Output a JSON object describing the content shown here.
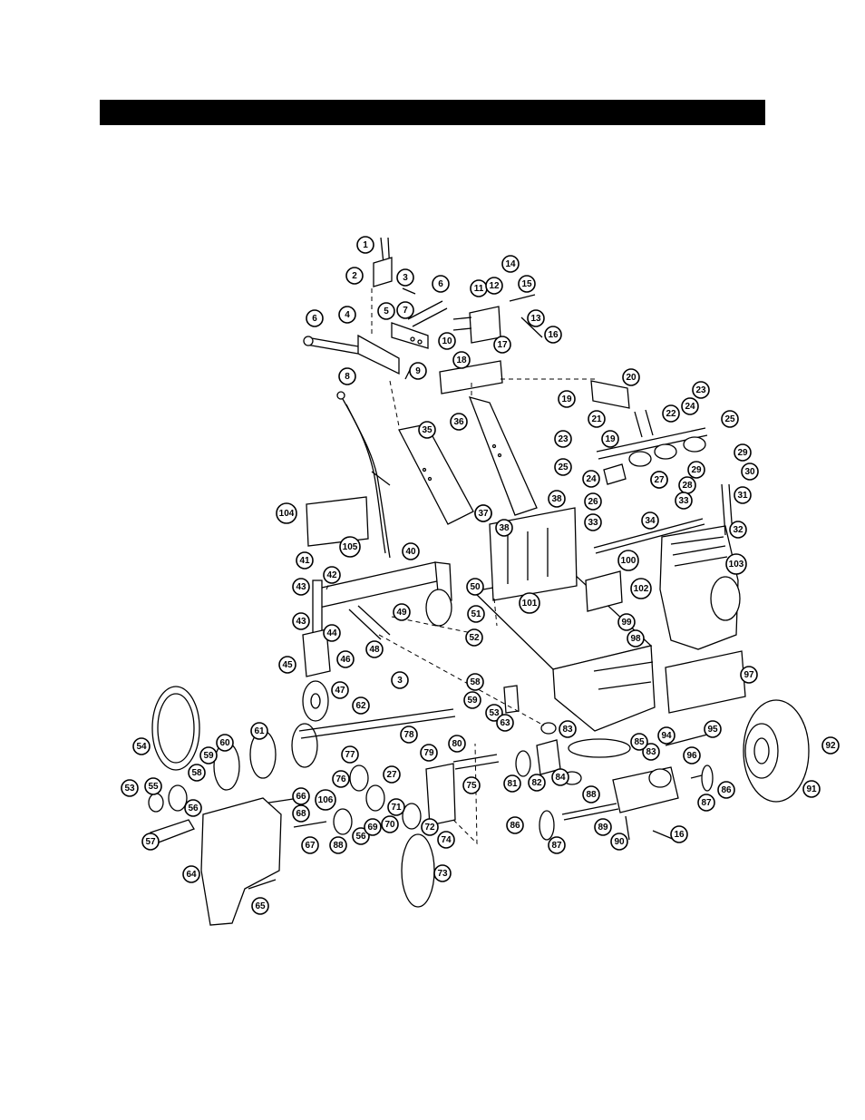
{
  "header": {
    "bar_color": "#000000"
  },
  "diagram": {
    "callouts": [
      {
        "id": "c1",
        "label": "1"
      },
      {
        "id": "c2",
        "label": "2"
      },
      {
        "id": "c3a",
        "label": "3"
      },
      {
        "id": "c4",
        "label": "4"
      },
      {
        "id": "c5",
        "label": "5"
      },
      {
        "id": "c6a",
        "label": "6"
      },
      {
        "id": "c6b",
        "label": "6"
      },
      {
        "id": "c7",
        "label": "7"
      },
      {
        "id": "c8",
        "label": "8"
      },
      {
        "id": "c9",
        "label": "9"
      },
      {
        "id": "c10",
        "label": "10"
      },
      {
        "id": "c11",
        "label": "11"
      },
      {
        "id": "c12",
        "label": "12"
      },
      {
        "id": "c13",
        "label": "13"
      },
      {
        "id": "c14",
        "label": "14"
      },
      {
        "id": "c15",
        "label": "15"
      },
      {
        "id": "c16a",
        "label": "16"
      },
      {
        "id": "c17",
        "label": "17"
      },
      {
        "id": "c18",
        "label": "18"
      },
      {
        "id": "c19a",
        "label": "19"
      },
      {
        "id": "c19b",
        "label": "19"
      },
      {
        "id": "c20",
        "label": "20"
      },
      {
        "id": "c21",
        "label": "21"
      },
      {
        "id": "c22",
        "label": "22"
      },
      {
        "id": "c23a",
        "label": "23"
      },
      {
        "id": "c23b",
        "label": "23"
      },
      {
        "id": "c24a",
        "label": "24"
      },
      {
        "id": "c24b",
        "label": "24"
      },
      {
        "id": "c25a",
        "label": "25"
      },
      {
        "id": "c25b",
        "label": "25"
      },
      {
        "id": "c26",
        "label": "26"
      },
      {
        "id": "c27a",
        "label": "27"
      },
      {
        "id": "c27b",
        "label": "27"
      },
      {
        "id": "c27c",
        "label": "27"
      },
      {
        "id": "c28",
        "label": "28"
      },
      {
        "id": "c29a",
        "label": "29"
      },
      {
        "id": "c29b",
        "label": "29"
      },
      {
        "id": "c30",
        "label": "30"
      },
      {
        "id": "c31",
        "label": "31"
      },
      {
        "id": "c32",
        "label": "32"
      },
      {
        "id": "c33a",
        "label": "33"
      },
      {
        "id": "c33b",
        "label": "33"
      },
      {
        "id": "c34",
        "label": "34"
      },
      {
        "id": "c35",
        "label": "35"
      },
      {
        "id": "c36",
        "label": "36"
      },
      {
        "id": "c37",
        "label": "37"
      },
      {
        "id": "c38a",
        "label": "38"
      },
      {
        "id": "c38b",
        "label": "38"
      },
      {
        "id": "c40",
        "label": "40"
      },
      {
        "id": "c41",
        "label": "41"
      },
      {
        "id": "c42",
        "label": "42"
      },
      {
        "id": "c43a",
        "label": "43"
      },
      {
        "id": "c43b",
        "label": "43"
      },
      {
        "id": "c44",
        "label": "44"
      },
      {
        "id": "c45",
        "label": "45"
      },
      {
        "id": "c46",
        "label": "46"
      },
      {
        "id": "c47",
        "label": "47"
      },
      {
        "id": "c48",
        "label": "48"
      },
      {
        "id": "c49",
        "label": "49"
      },
      {
        "id": "c50",
        "label": "50"
      },
      {
        "id": "c51",
        "label": "51"
      },
      {
        "id": "c52",
        "label": "52"
      },
      {
        "id": "c53a",
        "label": "53"
      },
      {
        "id": "c53b",
        "label": "53"
      },
      {
        "id": "c54",
        "label": "54"
      },
      {
        "id": "c55",
        "label": "55"
      },
      {
        "id": "c56a",
        "label": "56"
      },
      {
        "id": "c56b",
        "label": "56"
      },
      {
        "id": "c57",
        "label": "57"
      },
      {
        "id": "c58a",
        "label": "58"
      },
      {
        "id": "c58b",
        "label": "58"
      },
      {
        "id": "c59a",
        "label": "59"
      },
      {
        "id": "c59b",
        "label": "59"
      },
      {
        "id": "c60",
        "label": "60"
      },
      {
        "id": "c61",
        "label": "61"
      },
      {
        "id": "c62",
        "label": "62"
      },
      {
        "id": "c63",
        "label": "63"
      },
      {
        "id": "c64",
        "label": "64"
      },
      {
        "id": "c65",
        "label": "65"
      },
      {
        "id": "c66",
        "label": "66"
      },
      {
        "id": "c67",
        "label": "67"
      },
      {
        "id": "c68",
        "label": "68"
      },
      {
        "id": "c69",
        "label": "69"
      },
      {
        "id": "c70",
        "label": "70"
      },
      {
        "id": "c71",
        "label": "71"
      },
      {
        "id": "c72",
        "label": "72"
      },
      {
        "id": "c73",
        "label": "73"
      },
      {
        "id": "c74",
        "label": "74"
      },
      {
        "id": "c75",
        "label": "75"
      },
      {
        "id": "c76",
        "label": "76"
      },
      {
        "id": "c77",
        "label": "77"
      },
      {
        "id": "c78",
        "label": "78"
      },
      {
        "id": "c79",
        "label": "79"
      },
      {
        "id": "c80",
        "label": "80"
      },
      {
        "id": "c81",
        "label": "81"
      },
      {
        "id": "c82",
        "label": "82"
      },
      {
        "id": "c83",
        "label": "83"
      },
      {
        "id": "c83b",
        "label": "83"
      },
      {
        "id": "c84",
        "label": "84"
      },
      {
        "id": "c85",
        "label": "85"
      },
      {
        "id": "c86a",
        "label": "86"
      },
      {
        "id": "c86b",
        "label": "86"
      },
      {
        "id": "c87a",
        "label": "87"
      },
      {
        "id": "c87b",
        "label": "87"
      },
      {
        "id": "c88a",
        "label": "88"
      },
      {
        "id": "c88b",
        "label": "88"
      },
      {
        "id": "c89",
        "label": "89"
      },
      {
        "id": "c90",
        "label": "90"
      },
      {
        "id": "c91",
        "label": "91"
      },
      {
        "id": "c92",
        "label": "92"
      },
      {
        "id": "c94",
        "label": "94"
      },
      {
        "id": "c95",
        "label": "95"
      },
      {
        "id": "c96",
        "label": "96"
      },
      {
        "id": "c97",
        "label": "97"
      },
      {
        "id": "c98",
        "label": "98"
      },
      {
        "id": "c99",
        "label": "99"
      },
      {
        "id": "c100",
        "label": "100"
      },
      {
        "id": "c101",
        "label": "101"
      },
      {
        "id": "c102",
        "label": "102"
      },
      {
        "id": "c103",
        "label": "103"
      },
      {
        "id": "c104",
        "label": "104"
      },
      {
        "id": "c105",
        "label": "105"
      },
      {
        "id": "c106",
        "label": "106"
      },
      {
        "id": "c16b",
        "label": "16"
      },
      {
        "id": "c3b",
        "label": "3"
      },
      {
        "id": "c27d",
        "label": "27"
      }
    ]
  }
}
